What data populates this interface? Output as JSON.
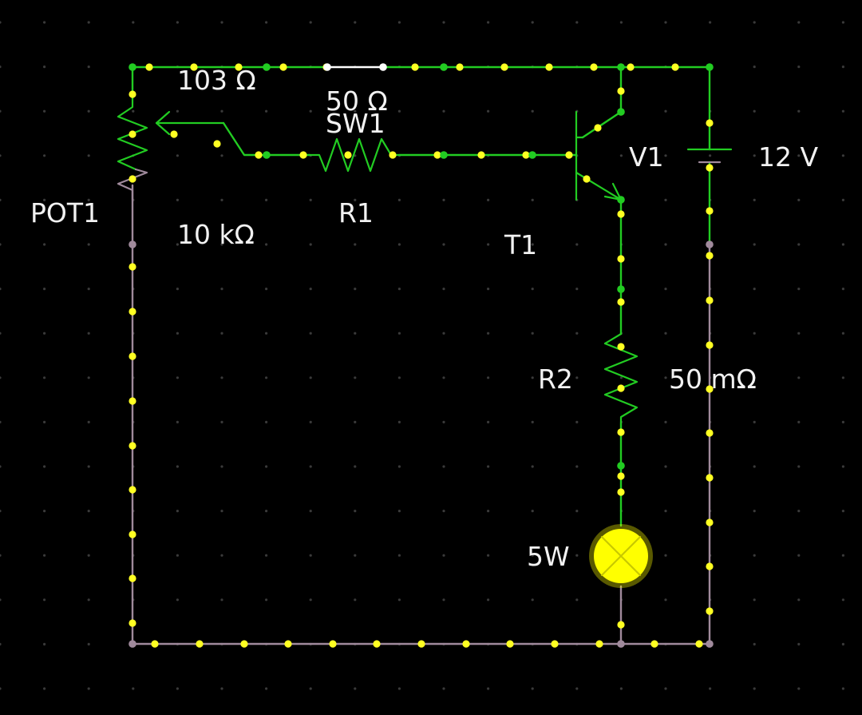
{
  "colors": {
    "background": "#000000",
    "grid_dot": "#3a3a3a",
    "wire_live": "#22cc22",
    "wire_ground": "#a08a9c",
    "wire_off": "#ffffff",
    "current_dot": "#ffff22",
    "node": "#22cc22",
    "label": "#f2f2f2",
    "lamp_glow": "#ffff00"
  },
  "components": {
    "pot1": {
      "name": "POT1",
      "value": "10 kΩ",
      "wiper_value": "103 Ω",
      "icon": "potentiometer-icon"
    },
    "sw1": {
      "name": "SW1",
      "icon": "switch-icon"
    },
    "r1": {
      "name": "R1",
      "value": "50 Ω",
      "icon": "resistor-icon"
    },
    "t1": {
      "name": "T1",
      "icon": "npn-transistor-icon"
    },
    "v1": {
      "name": "V1",
      "value": "12 V",
      "icon": "battery-icon"
    },
    "r2": {
      "name": "R2",
      "value": "50 mΩ",
      "icon": "resistor-icon"
    },
    "lamp": {
      "name": "5W",
      "icon": "lamp-icon",
      "state": "on"
    }
  }
}
